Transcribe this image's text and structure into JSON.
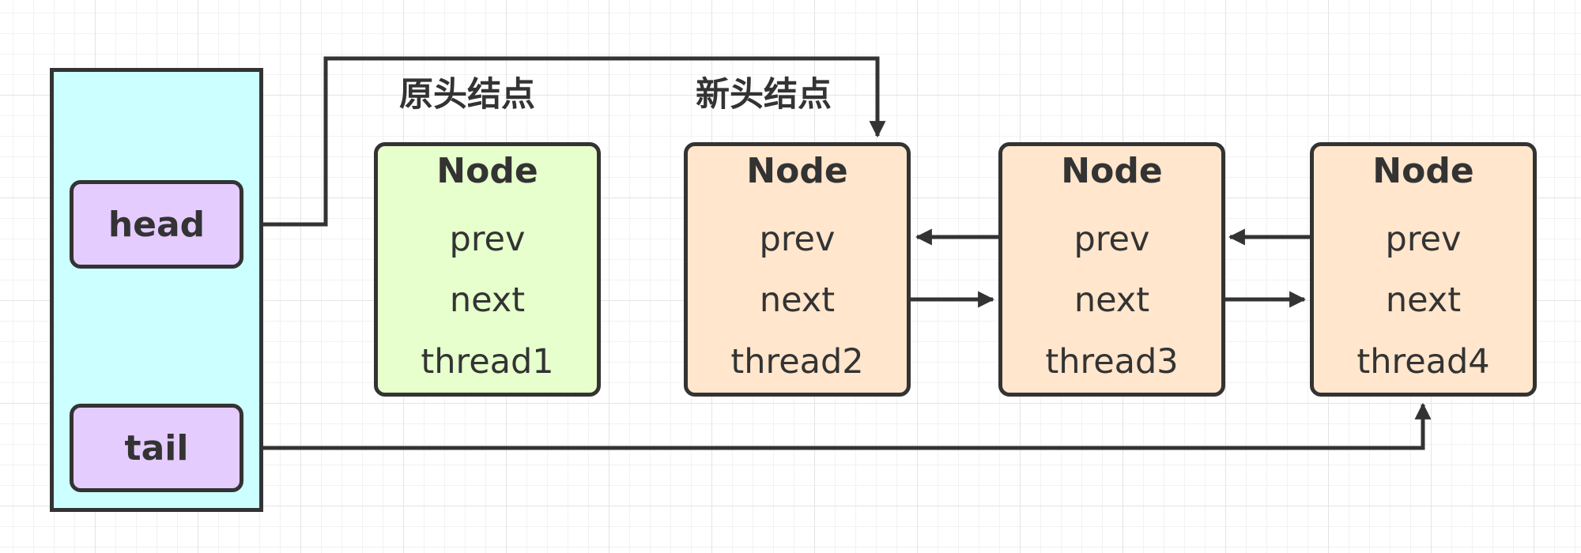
{
  "queue": {
    "head_label": "head",
    "tail_label": "tail"
  },
  "captions": {
    "old_head": "原头结点",
    "new_head": "新头结点"
  },
  "nodes": [
    {
      "title": "Node",
      "prev": "prev",
      "next": "next",
      "thread": "thread1",
      "fill": "#e6ffcc"
    },
    {
      "title": "Node",
      "prev": "prev",
      "next": "next",
      "thread": "thread2",
      "fill": "#ffe6cc"
    },
    {
      "title": "Node",
      "prev": "prev",
      "next": "next",
      "thread": "thread3",
      "fill": "#ffe6cc"
    },
    {
      "title": "Node",
      "prev": "prev",
      "next": "next",
      "thread": "thread4",
      "fill": "#ffe6cc"
    }
  ],
  "colors": {
    "queue_fill": "#ccffff",
    "pointer_fill": "#e5ccff",
    "stroke": "#333333"
  }
}
